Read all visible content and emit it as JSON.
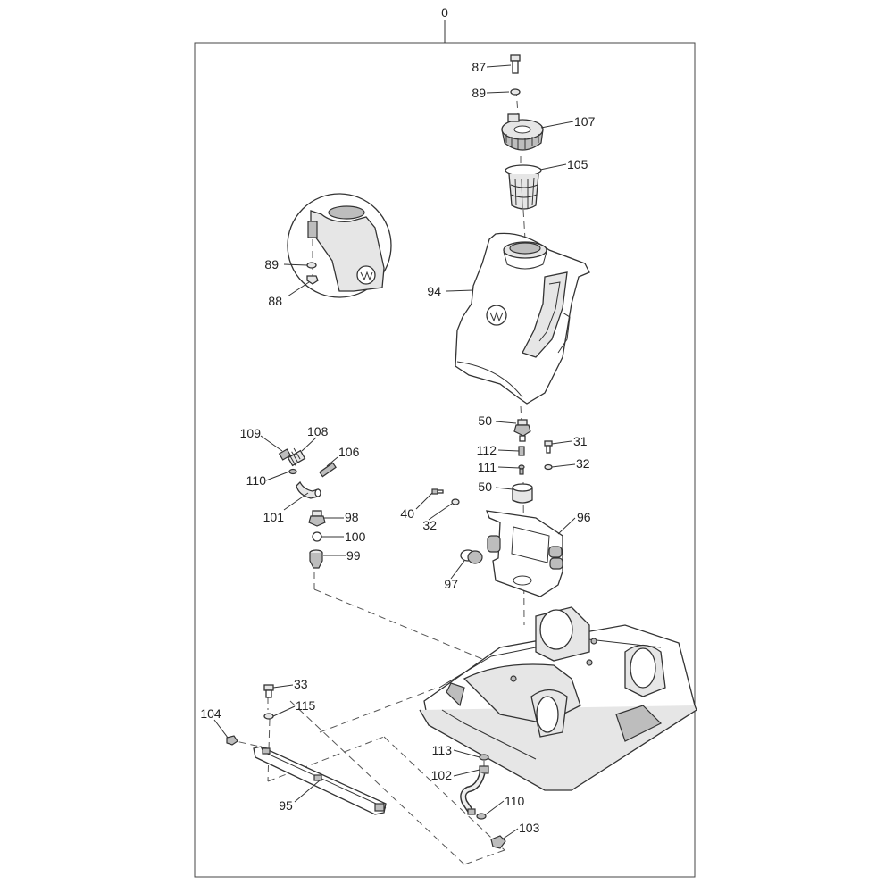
{
  "diagram": {
    "top_label": "0",
    "callouts": {
      "c87": "87",
      "c89a": "89",
      "c107": "107",
      "c105": "105",
      "c89b": "89",
      "c88": "88",
      "c94": "94",
      "c50a": "50",
      "c112": "112",
      "c111": "111",
      "c50b": "50",
      "c31": "31",
      "c32a": "32",
      "c109": "109",
      "c108": "108",
      "c106": "106",
      "c110a": "110",
      "c101": "101",
      "c98": "98",
      "c100": "100",
      "c99": "99",
      "c40": "40",
      "c32b": "32",
      "c96": "96",
      "c97": "97",
      "c33": "33",
      "c115": "115",
      "c104": "104",
      "c95": "95",
      "c113": "113",
      "c102": "102",
      "c110b": "110",
      "c103": "103"
    }
  }
}
